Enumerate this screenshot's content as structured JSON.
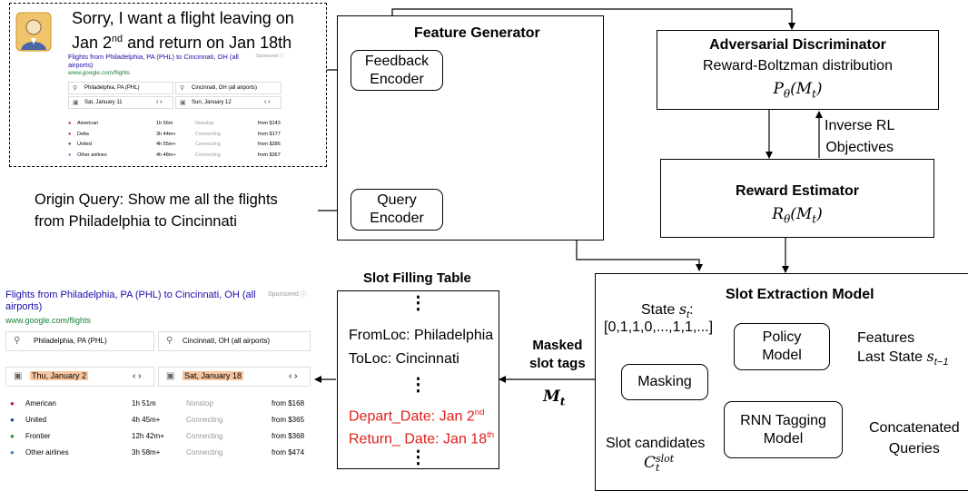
{
  "user_message": {
    "line1": "Sorry, I want a flight leaving on",
    "line2_pre": "Jan 2",
    "line2_sup": "nd",
    "line2_post": " and return on Jan 18th"
  },
  "origin_query": {
    "line1": "Origin Query: Show me all the flights",
    "line2": "from Philadelphia to Cincinnati"
  },
  "feature_generator": {
    "title": "Feature Generator",
    "feedback_encoder": [
      "Feedback",
      "Encoder"
    ],
    "query_encoder": [
      "Query",
      "Encoder"
    ]
  },
  "adversarial_discriminator": {
    "title": "Adversarial Discriminator",
    "subtitle": "Reward-Boltzman distribution",
    "formula": "P_θ(M_t)"
  },
  "inverse_rl": [
    "Inverse RL",
    "Objectives"
  ],
  "reward_estimator": {
    "title": "Reward Estimator",
    "formula": "R_θ(M_t)"
  },
  "slot_filling_table": {
    "title": "Slot Filling Table",
    "dots": "⋮",
    "from_loc": "FromLoc: Philadelphia",
    "to_loc": "ToLoc: Cincinnati",
    "depart_pre": "Depart_Date: Jan 2",
    "depart_sup": "nd",
    "return_pre": "Return_ Date: Jan 18",
    "return_sup": "th"
  },
  "masked_tags": {
    "line1": "Masked",
    "line2": "slot tags",
    "symbol": "M_t"
  },
  "slot_extraction_model": {
    "title": "Slot Extraction Model",
    "state_label": "State s_t:",
    "state_vector": "[0,1,1,0,...,1,1,...]",
    "policy_model": [
      "Policy",
      "Model"
    ],
    "masking": "Masking",
    "rnn_tagging": [
      "RNN Tagging",
      "Model"
    ],
    "features": "Features",
    "last_state": "Last State s_{t−1}",
    "slot_candidates": "Slot candidates",
    "candidates_symbol": "C_t^slot",
    "concatenated": [
      "Concatenated",
      "Queries"
    ]
  },
  "search_card_top": {
    "title": "Flights from Philadelphia, PA (PHL) to Cincinnati, OH (all airports)",
    "sponsored": "Sponsored",
    "url": "www.google.com/flights",
    "from": "Philadelphia, PA (PHL)",
    "to": "Cincinnati, OH (all airports)",
    "depart": "Sat, January 11",
    "return": "Sun, January 12",
    "rows": [
      {
        "airline": "American",
        "duration": "1h 56m",
        "stops": "Nonstop",
        "price": "from $143"
      },
      {
        "airline": "Delta",
        "duration": "3h 44m+",
        "stops": "Connecting",
        "price": "from $177"
      },
      {
        "airline": "United",
        "duration": "4h 55m+",
        "stops": "Connecting",
        "price": "from $286"
      },
      {
        "airline": "Other airlines",
        "duration": "4h 48m+",
        "stops": "Connecting",
        "price": "from $367"
      }
    ]
  },
  "search_card_bottom": {
    "title": "Flights from Philadelphia, PA (PHL) to Cincinnati, OH (all airports)",
    "sponsored": "Sponsored",
    "url": "www.google.com/flights",
    "from": "Philadelphia, PA (PHL)",
    "to": "Cincinnati, OH (all airports)",
    "depart": "Thu, January 2",
    "return": "Sat, January 18",
    "rows": [
      {
        "airline": "American",
        "duration": "1h 51m",
        "stops": "Nonstop",
        "price": "from $168"
      },
      {
        "airline": "United",
        "duration": "4h 45m+",
        "stops": "Connecting",
        "price": "from $365"
      },
      {
        "airline": "Frontier",
        "duration": "12h 42m+",
        "stops": "Connecting",
        "price": "from $368"
      },
      {
        "airline": "Other airlines",
        "duration": "3h 58m+",
        "stops": "Connecting",
        "price": "from $474"
      }
    ]
  },
  "colors": {
    "red": "#e0201b",
    "link": "#1a0dab",
    "highlight": "#f7c59f"
  }
}
